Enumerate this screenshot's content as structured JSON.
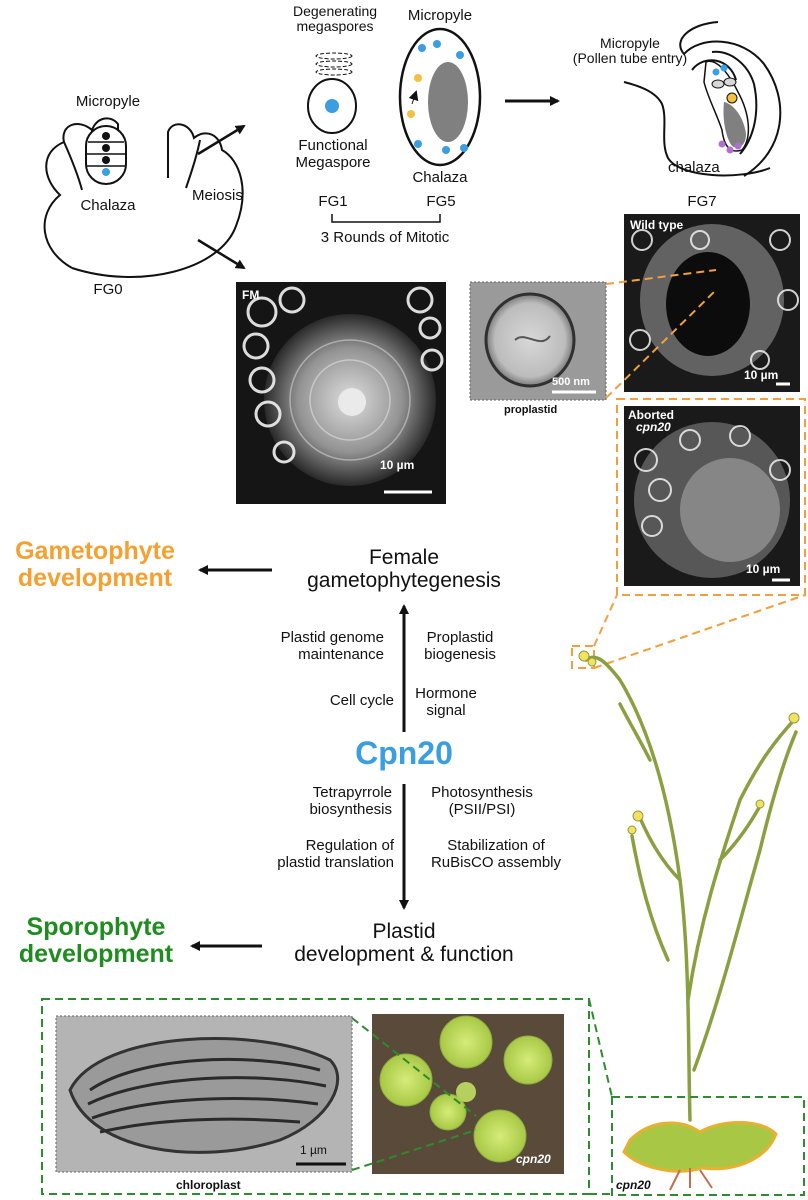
{
  "fg0": {
    "micropyle": "Micropyle",
    "chalaza": "Chalaza",
    "stage": "FG0"
  },
  "meiosis": "Meiosis",
  "fg1": {
    "degenerating": "Degenerating\nmegaspores",
    "functional": "Functional\nMegaspore",
    "stage": "FG1"
  },
  "fg5": {
    "micropyle": "Micropyle",
    "chalaza": "Chalaza",
    "stage": "FG5"
  },
  "mitotic": "3 Rounds of Mitotic",
  "fg7": {
    "micropyle": "Micropyle\n(Pollen tube entry)",
    "chalaza": "chalaza",
    "stage": "FG7"
  },
  "images": {
    "fm_label": "FM",
    "fm_scale": "10 µm",
    "proplastid_scale": "500 nm",
    "proplastid_caption": "proplastid",
    "wildtype_label": "Wild type",
    "wildtype_scale": "10 µm",
    "aborted_label": "Aborted",
    "aborted_gene": "cpn20",
    "aborted_scale": "10 µm",
    "chloroplast_scale": "1 µm",
    "chloroplast_caption": "chloroplast",
    "seedling_label": "cpn20",
    "plant_label": "cpn20"
  },
  "flow": {
    "gametophyte": "Gametophyte\ndevelopment",
    "female": "Female\ngametophytegenesis",
    "plastid_genome": "Plastid genome\nmaintenance",
    "proplastid_bio": "Proplastid\nbiogenesis",
    "cell_cycle": "Cell cycle",
    "hormone": "Hormone\nsignal",
    "center": "Cpn20",
    "tetrapyrrole": "Tetrapyrrole\nbiosynthesis",
    "photosynthesis": "Photosynthesis\n(PSII/PSI)",
    "regulation": "Regulation of\nplastid translation",
    "stabilization": "Stabilization of\nRuBisCO assembly",
    "plastid": "Plastid\ndevelopment & function",
    "sporophyte": "Sporophyte\ndevelopment"
  },
  "colors": {
    "gametophyte": "#f5a030",
    "sporophyte": "#1e8c1e",
    "center": "#3a9ee0",
    "dash_orange": "#f0a040",
    "dash_green": "#2e8b2e",
    "nucleus_blue": "#3a9ee0",
    "nucleus_yellow": "#f5c040",
    "central_gray": "#808080"
  }
}
